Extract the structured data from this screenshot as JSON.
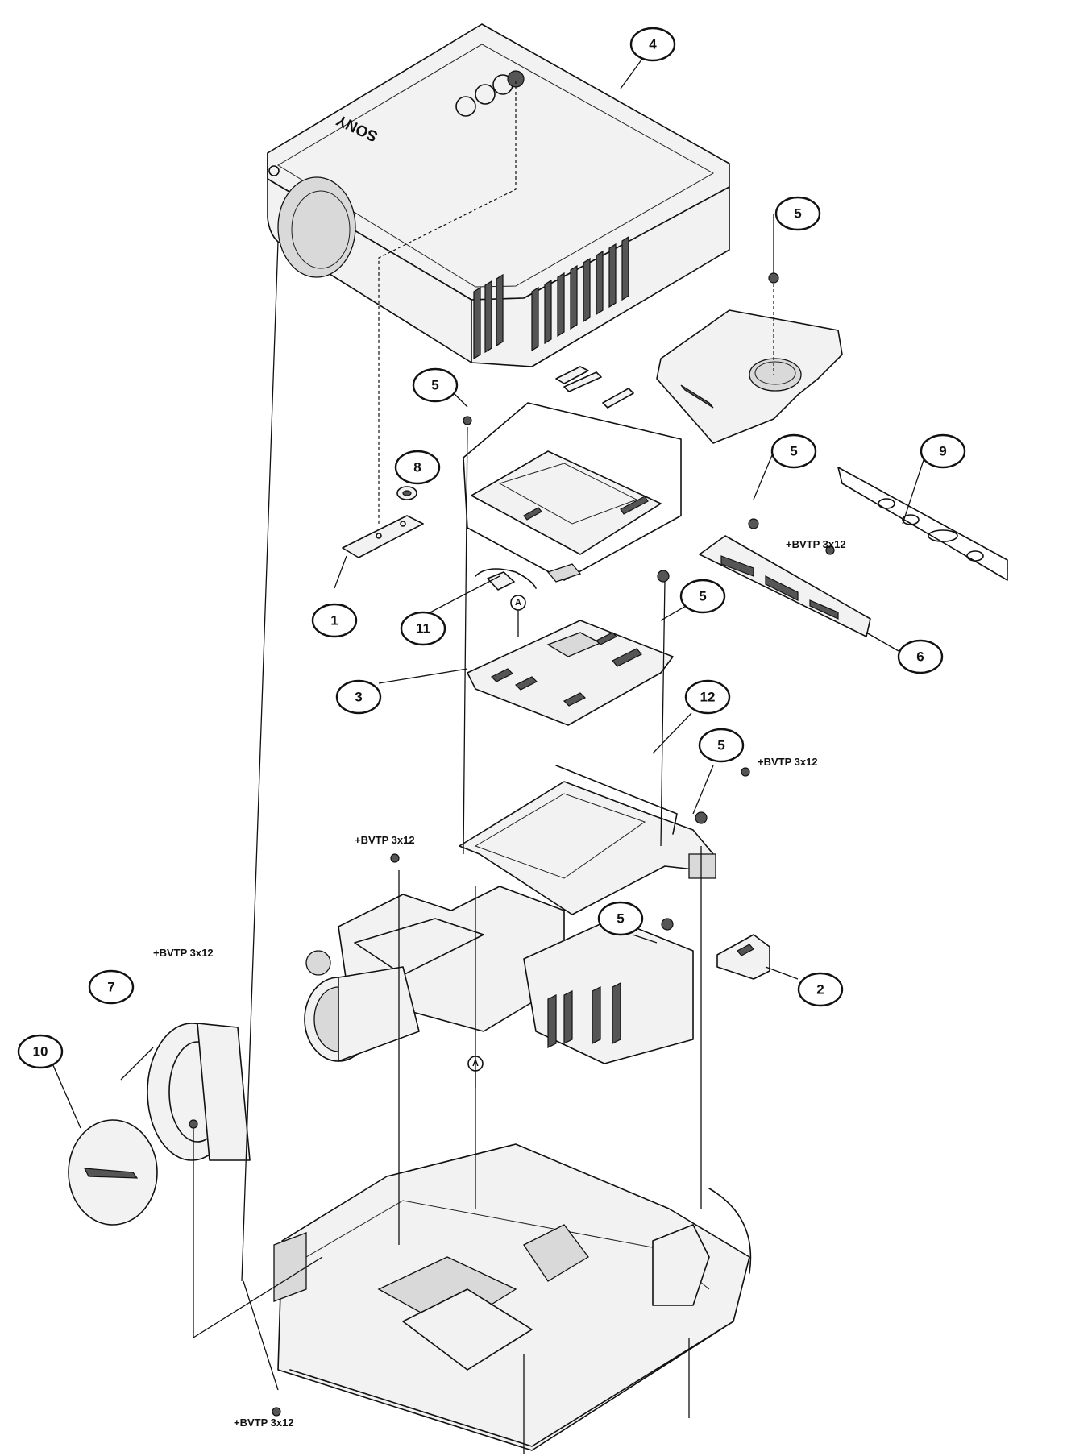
{
  "brand": "SONY",
  "callouts": [
    {
      "id": "4"
    },
    {
      "id": "5"
    },
    {
      "id": "5"
    },
    {
      "id": "8"
    },
    {
      "id": "5"
    },
    {
      "id": "9"
    },
    {
      "id": "1"
    },
    {
      "id": "11"
    },
    {
      "id": "5"
    },
    {
      "id": "6"
    },
    {
      "id": "3"
    },
    {
      "id": "12"
    },
    {
      "id": "5"
    },
    {
      "id": "5"
    },
    {
      "id": "2"
    },
    {
      "id": "7"
    },
    {
      "id": "10"
    }
  ],
  "screw_labels": [
    {
      "text": "+BVTP 3x12"
    },
    {
      "text": "+BVTP 3x12"
    },
    {
      "text": "+BVTP 3x12"
    },
    {
      "text": "+BVTP 3x12"
    },
    {
      "text": "+BVTP 3x12"
    }
  ],
  "reference_marks": [
    {
      "text": "A"
    },
    {
      "text": "A"
    }
  ]
}
